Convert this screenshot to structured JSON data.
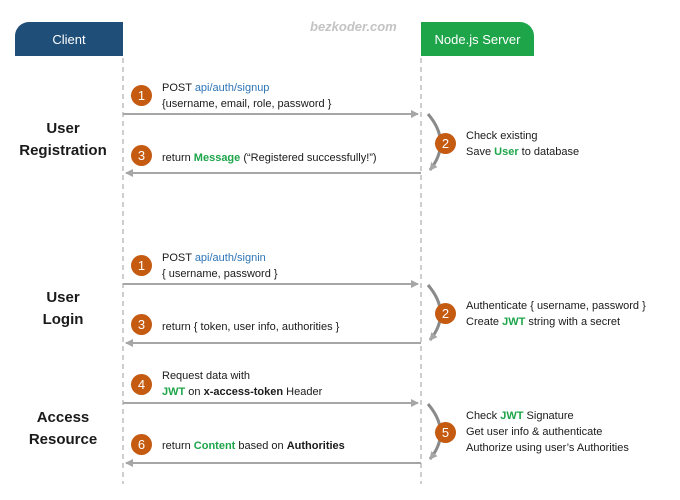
{
  "header": {
    "client": "Client",
    "server": "Node.js Server",
    "watermark": "bezkoder.com"
  },
  "colors": {
    "client_header": "#1f4e79",
    "server_header": "#1ea54a",
    "step_circle": "#c55a11",
    "arrow": "#a6a6a6",
    "highlight_green": "#1ea54a",
    "highlight_blue": "#2e75b6"
  },
  "registration": {
    "title_line1": "User",
    "title_line2": "Registration",
    "step1": {
      "num": "1",
      "line1_prefix": "POST ",
      "line1_path": "api/auth/signup",
      "line2": "{username, email, role, password }"
    },
    "step2": {
      "num": "2",
      "line1": "Check existing",
      "line2_a": "Save ",
      "line2_b": "User",
      "line2_c": " to database"
    },
    "step3": {
      "num": "3",
      "a": "return ",
      "b": "Message",
      "c": " (“Registered successfully!”)"
    }
  },
  "login": {
    "title_line1": "User",
    "title_line2": "Login",
    "step1": {
      "num": "1",
      "line1_prefix": "POST ",
      "line1_path": "api/auth/signin",
      "line2": "{ username, password }"
    },
    "step2": {
      "num": "2",
      "line1": "Authenticate { username, password }",
      "line2_a": "Create ",
      "line2_b": "JWT",
      "line2_c": " string with a secret"
    },
    "step3": {
      "num": "3",
      "text": "return { token, user info, authorities }"
    }
  },
  "access": {
    "title_line1": "Access",
    "title_line2": "Resource",
    "step4": {
      "num": "4",
      "line1": "Request  data with",
      "line2_a": "JWT",
      "line2_b": " on ",
      "line2_c": "x-access-token",
      "line2_d": " Header"
    },
    "step5": {
      "num": "5",
      "line1_a": "Check ",
      "line1_b": "JWT",
      "line1_c": " Signature",
      "line2": "Get user info & authenticate",
      "line3": "Authorize using user’s Authorities"
    },
    "step6": {
      "num": "6",
      "a": "return ",
      "b": "Content",
      "c": " based on ",
      "d": "Authorities"
    }
  }
}
